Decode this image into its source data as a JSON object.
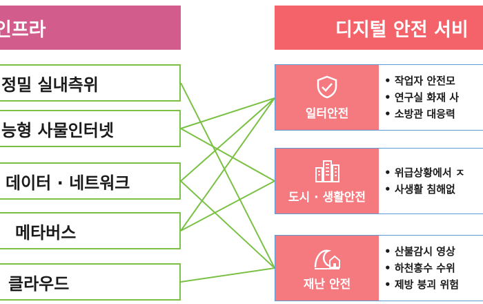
{
  "infra": {
    "title": "인프라",
    "items": [
      "정밀 실내측위",
      "능형 사물인터넷",
      "데이터 · 네트워크",
      "메타버스",
      "클라우드"
    ]
  },
  "services": {
    "title": "디지털 안전 서비",
    "items": [
      {
        "label": "일터안전",
        "icon": "shield-check-icon",
        "bullets": [
          "작업자 안전모",
          "연구실 화재 사",
          "소방관 대응력"
        ]
      },
      {
        "label": "도시 · 생활안전",
        "icon": "city-buildings-icon",
        "bullets": [
          "위급상황에서 ㅈ",
          "사생활 침해없"
        ]
      },
      {
        "label": "재난 안전",
        "icon": "wave-house-icon",
        "bullets": [
          "산불감시 영상",
          "하천홍수 수위",
          "제방 붕괴 위험"
        ]
      }
    ]
  },
  "colors": {
    "infra_header": "#d25c8b",
    "service_header": "#f4626a",
    "service_side": "#f47a80",
    "infra_border": "#79c043",
    "connector": "#79c043",
    "service_border": "#5b9bd5"
  }
}
